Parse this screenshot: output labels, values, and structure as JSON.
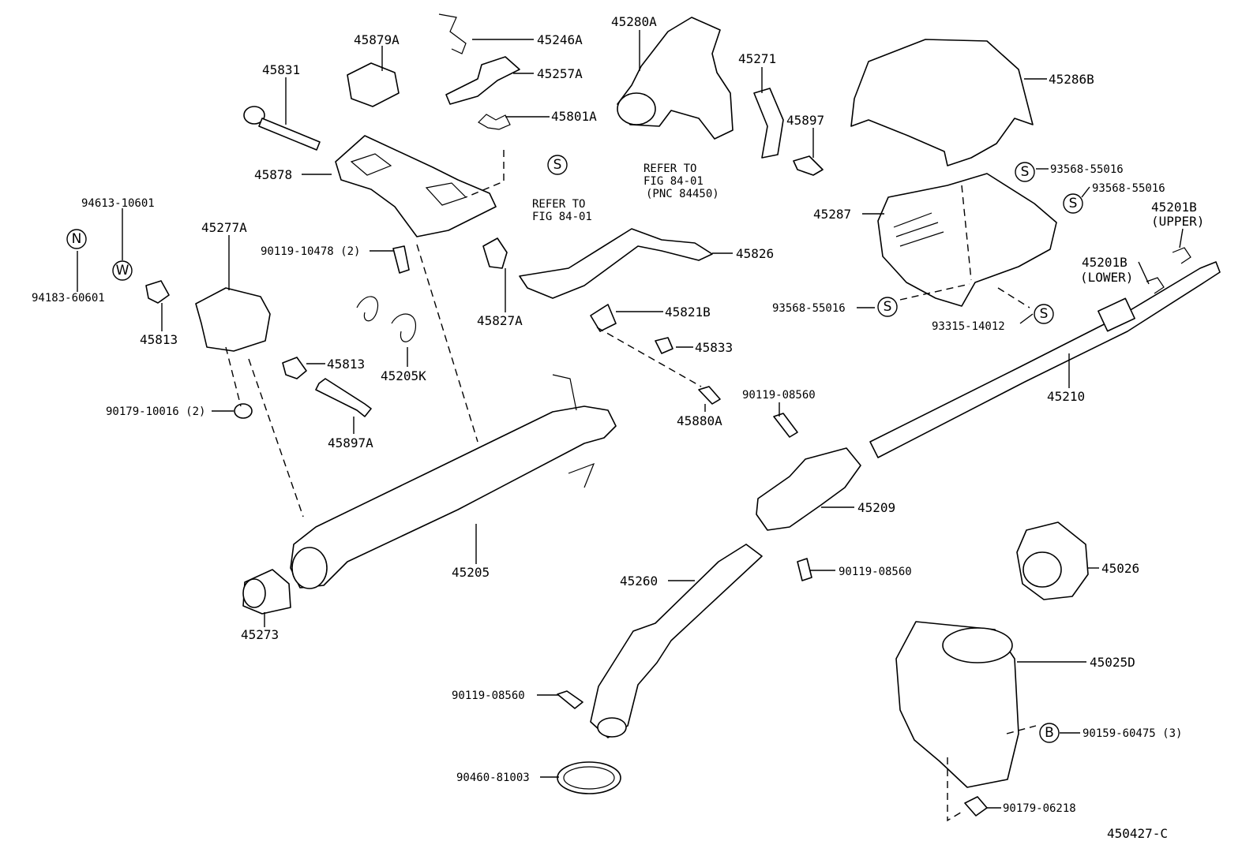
{
  "labels": {
    "p45879A": "45879A",
    "p45246A": "45246A",
    "p45280A": "45280A",
    "p45271": "45271",
    "p45286B": "45286B",
    "p45831": "45831",
    "p45257A": "45257A",
    "p45801A": "45801A",
    "p45897": "45897",
    "p45878": "45878",
    "p93568_1": "93568-55016",
    "p93568_2": "93568-55016",
    "p94613": "94613-10601",
    "p45201B_u": "45201B",
    "upper": "(UPPER)",
    "p45287": "45287",
    "p45277A": "45277A",
    "p90119_10478": "90119-10478 (2)",
    "p45826": "45826",
    "p94183": "94183-60601",
    "p45201B_l": "45201B",
    "lower": "(LOWER)",
    "p45813_1": "45813",
    "p45827A": "45827A",
    "p45821B": "45821B",
    "p93568_3": "93568-55016",
    "p93315": "93315-14012",
    "p45833": "45833",
    "p45813_2": "45813",
    "p45205K": "45205K",
    "p45210": "45210",
    "p90119_08560_1": "90119-08560",
    "p90179_10016": "90179-10016 (2)",
    "p45880A": "45880A",
    "p45897A": "45897A",
    "p45209": "45209",
    "p45205": "45205",
    "p45026": "45026",
    "p90119_08560_2": "90119-08560",
    "p45260": "45260",
    "p45273": "45273",
    "p45025D": "45025D",
    "p90119_08560_3": "90119-08560",
    "p90159": "90159-60475 (3)",
    "p90460": "90460-81003",
    "p90179_06218": "90179-06218",
    "figure_id": "450427-C"
  },
  "refer_notes": {
    "note1_line1": "REFER TO",
    "note1_line2": "FIG 84-01",
    "note1_line3": "(PNC 84450)",
    "note2_line1": "REFER TO",
    "note2_line2": "FIG 84-01"
  },
  "circled_marks": {
    "s1": "S",
    "s2": "S",
    "s3": "S",
    "s4": "S",
    "s5": "S",
    "n": "N",
    "w": "W",
    "b": "B"
  }
}
